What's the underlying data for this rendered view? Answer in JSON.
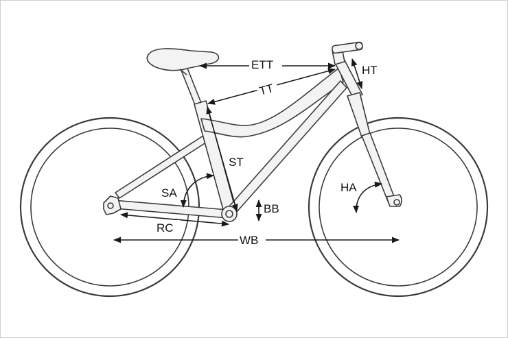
{
  "labels": {
    "ett": "ETT",
    "tt": "TT",
    "ht": "HT",
    "st": "ST",
    "sa": "SA",
    "bb": "BB",
    "rc": "RC",
    "wb": "WB",
    "ha": "HA"
  },
  "colors": {
    "line": "#3a3a3a",
    "fill": "#f3f3f3",
    "arrow": "#1a1a1a"
  }
}
